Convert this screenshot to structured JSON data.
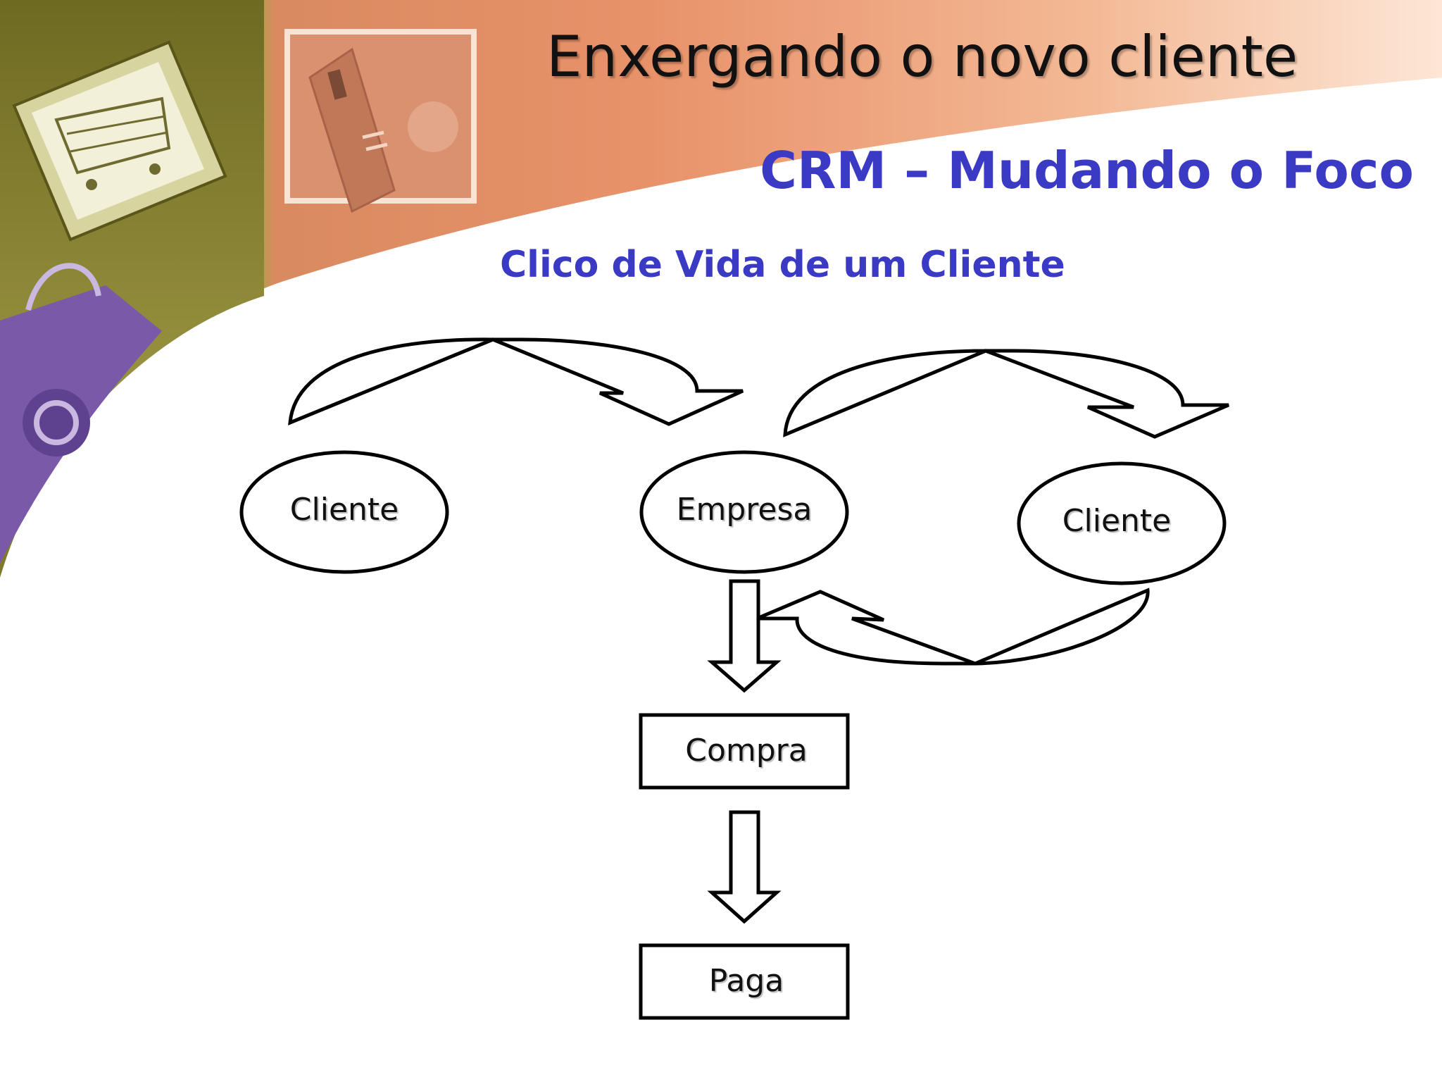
{
  "slide": {
    "title": "Enxergando o novo cliente",
    "subtitle": "CRM – Mudando o Foco",
    "heading": "Clico de Vida de um Cliente"
  },
  "diagram": {
    "nodes": {
      "cliente_1": "Cliente",
      "empresa": "Empresa",
      "cliente_2": "Cliente",
      "compra": "Compra",
      "paga": "Paga"
    }
  },
  "colors": {
    "heading_blue": "#3a3ac4",
    "banner_orange": "#e8926a",
    "banner_olive": "#8c8a34",
    "bag_purple": "#7a5aa8"
  }
}
